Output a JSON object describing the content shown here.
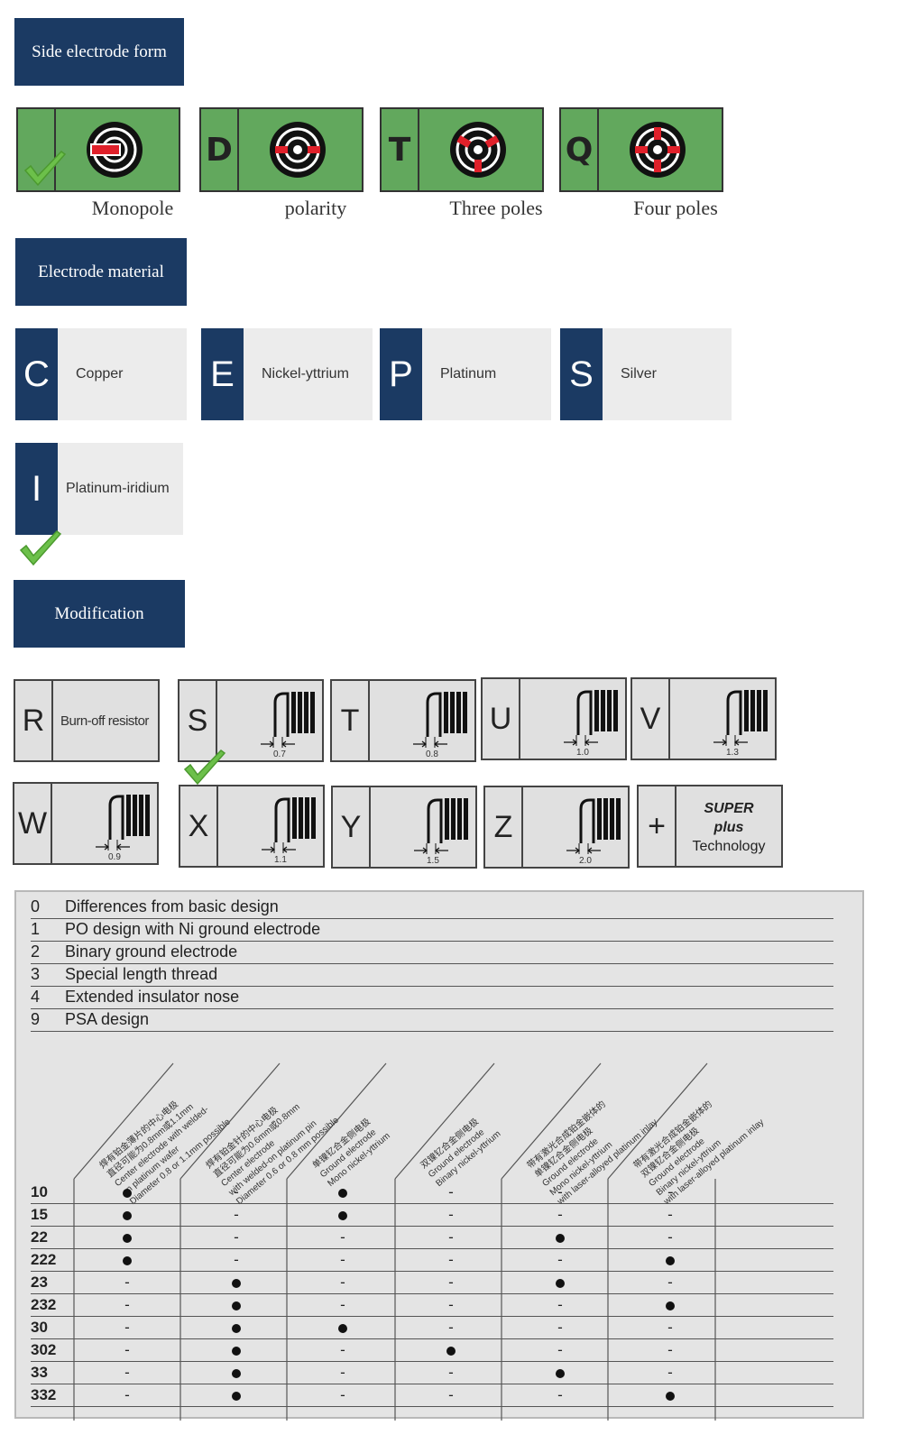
{
  "sections": {
    "side_electrode_form": "Side electrode form",
    "electrode_material": "Electrode material",
    "modification": "Modification"
  },
  "side_electrode_forms": [
    {
      "letter": "",
      "label": "Monopole",
      "poles": 1,
      "selected": true
    },
    {
      "letter": "D",
      "label": "polarity",
      "poles": 2,
      "selected": false
    },
    {
      "letter": "T",
      "label": "Three poles",
      "poles": 3,
      "selected": false
    },
    {
      "letter": "Q",
      "label": "Four poles",
      "poles": 4,
      "selected": false
    }
  ],
  "electrode_materials": [
    {
      "letter": "C",
      "name": "Copper",
      "selected": false
    },
    {
      "letter": "E",
      "name": "Nickel-yttrium",
      "selected": false
    },
    {
      "letter": "P",
      "name": "Platinum",
      "selected": false
    },
    {
      "letter": "S",
      "name": "Silver",
      "selected": false
    },
    {
      "letter": "I",
      "name": "Platinum-iridium",
      "selected": true
    }
  ],
  "modifications": [
    {
      "letter": "R",
      "desc": "Burn-off resistor",
      "dim": "",
      "selected": false
    },
    {
      "letter": "S",
      "desc": "",
      "dim": "0.7",
      "selected": true
    },
    {
      "letter": "T",
      "desc": "",
      "dim": "0.8",
      "selected": false
    },
    {
      "letter": "U",
      "desc": "",
      "dim": "1.0",
      "selected": false
    },
    {
      "letter": "V",
      "desc": "",
      "dim": "1.3",
      "selected": false
    },
    {
      "letter": "W",
      "desc": "",
      "dim": "0.9",
      "selected": false
    },
    {
      "letter": "X",
      "desc": "",
      "dim": "1.1",
      "selected": false
    },
    {
      "letter": "Y",
      "desc": "",
      "dim": "1.5",
      "selected": false
    },
    {
      "letter": "Z",
      "desc": "",
      "dim": "2.0",
      "selected": false
    },
    {
      "letter": "+",
      "desc": "",
      "dim": "",
      "selected": false,
      "super": [
        "SUPER",
        "plus",
        "Technology"
      ]
    }
  ],
  "design_legend": [
    {
      "code": "0",
      "desc": "Differences from basic design"
    },
    {
      "code": "1",
      "desc": "PO design with Ni ground electrode"
    },
    {
      "code": "2",
      "desc": "Binary ground electrode"
    },
    {
      "code": "3",
      "desc": "Special length thread"
    },
    {
      "code": "4",
      "desc": "Extended insulator nose"
    },
    {
      "code": "9",
      "desc": "PSA design"
    }
  ],
  "column_headers": [
    [
      "焊有铂金薄片的中心电极",
      "直径可能为0.8mm或1.1mm",
      "Center electrode with welded-",
      "on platinum wafer",
      "Diameter 0.8 or 1.1mm possible"
    ],
    [
      "焊有铂金针的中心电极",
      "直径可能为0.6mm或0.8mm",
      "Center electrode",
      "with welded-on platinum pin",
      "Diameter 0.6 or 0.8 mm possible"
    ],
    [
      "单镍钇合金侧电极",
      "Ground electrode",
      "Mono nickel-yttrium"
    ],
    [
      "双镍钇合金侧电极",
      "Ground electrode",
      "Binary nickel-yttrium"
    ],
    [
      "带有激光合成铂金嵌体的",
      "单镍钇合金侧电极",
      "Ground electrode",
      "Mono nickel-yttrium",
      "with laser-alloyed platinum inlay"
    ],
    [
      "带有激光合成铂金嵌体的",
      "双镍钇合金侧电极",
      "Ground electrode",
      "Binary nickel-yttrium",
      "with laser-alloyed platinum inlay"
    ]
  ],
  "code_rows": [
    {
      "code": "10",
      "marks": [
        "●",
        "-",
        "●",
        "-",
        "-",
        "-"
      ]
    },
    {
      "code": "15",
      "marks": [
        "●",
        "-",
        "●",
        "-",
        "-",
        "-"
      ]
    },
    {
      "code": "22",
      "marks": [
        "●",
        "-",
        "-",
        "-",
        "●",
        "-"
      ]
    },
    {
      "code": "222",
      "marks": [
        "●",
        "-",
        "-",
        "-",
        "-",
        "●"
      ]
    },
    {
      "code": "23",
      "marks": [
        "-",
        "●",
        "-",
        "-",
        "●",
        "-"
      ]
    },
    {
      "code": "232",
      "marks": [
        "-",
        "●",
        "-",
        "-",
        "-",
        "●"
      ]
    },
    {
      "code": "30",
      "marks": [
        "-",
        "●",
        "●",
        "-",
        "-",
        "-"
      ]
    },
    {
      "code": "302",
      "marks": [
        "-",
        "●",
        "-",
        "●",
        "-",
        "-"
      ]
    },
    {
      "code": "33",
      "marks": [
        "-",
        "●",
        "-",
        "-",
        "●",
        "-"
      ]
    },
    {
      "code": "332",
      "marks": [
        "-",
        "●",
        "-",
        "-",
        "-",
        "●"
      ]
    }
  ],
  "colors": {
    "navy": "#1b3a63",
    "green": "#62a85d",
    "check": "#6cc04a",
    "electrode_red": "#e0202a"
  }
}
